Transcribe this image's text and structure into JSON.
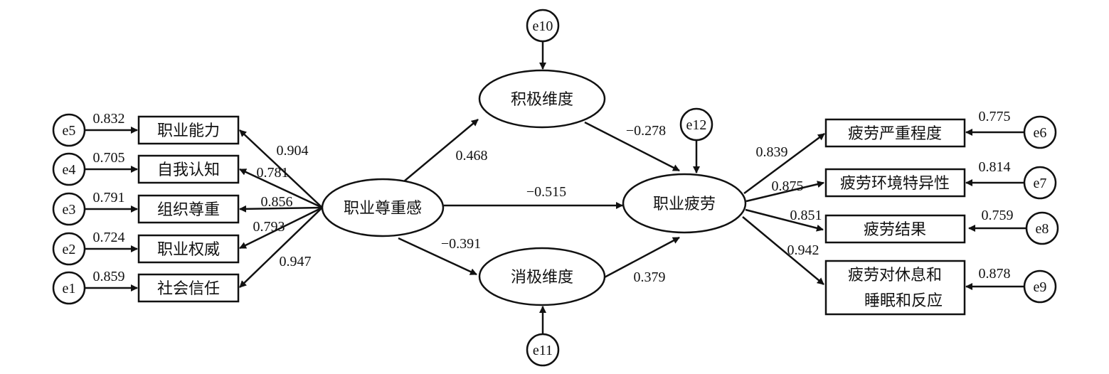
{
  "latent": {
    "respect": "职业尊重感",
    "positive": "积极维度",
    "negative": "消极维度",
    "fatigue": "职业疲劳"
  },
  "left_indicators": [
    {
      "label": "职业能力",
      "error": "e5",
      "error_loading": "0.832",
      "loading": "0.904"
    },
    {
      "label": "自我认知",
      "error": "e4",
      "error_loading": "0.705",
      "loading": "0.781"
    },
    {
      "label": "组织尊重",
      "error": "e3",
      "error_loading": "0.791",
      "loading": "0.856"
    },
    {
      "label": "职业权威",
      "error": "e2",
      "error_loading": "0.724",
      "loading": "0.793"
    },
    {
      "label": "社会信任",
      "error": "e1",
      "error_loading": "0.859",
      "loading": "0.947"
    }
  ],
  "right_indicators": [
    {
      "label": "疲劳严重程度",
      "error": "e6",
      "error_loading": "0.775",
      "loading": "0.839"
    },
    {
      "label": "疲劳环境特异性",
      "error": "e7",
      "error_loading": "0.814",
      "loading": "0.875"
    },
    {
      "label": "疲劳结果",
      "error": "e8",
      "error_loading": "0.759",
      "loading": "0.851"
    },
    {
      "label_line1": "疲劳对休息和",
      "label_line2": "睡眠和反应",
      "error": "e9",
      "error_loading": "0.878",
      "loading": "0.942"
    }
  ],
  "paths": {
    "respect_to_positive": "0.468",
    "respect_to_negative": "−0.391",
    "respect_to_fatigue": "−0.515",
    "positive_to_fatigue": "−0.278",
    "negative_to_fatigue": "0.379"
  },
  "residuals": {
    "positive": "e10",
    "negative": "e11",
    "fatigue": "e12"
  }
}
